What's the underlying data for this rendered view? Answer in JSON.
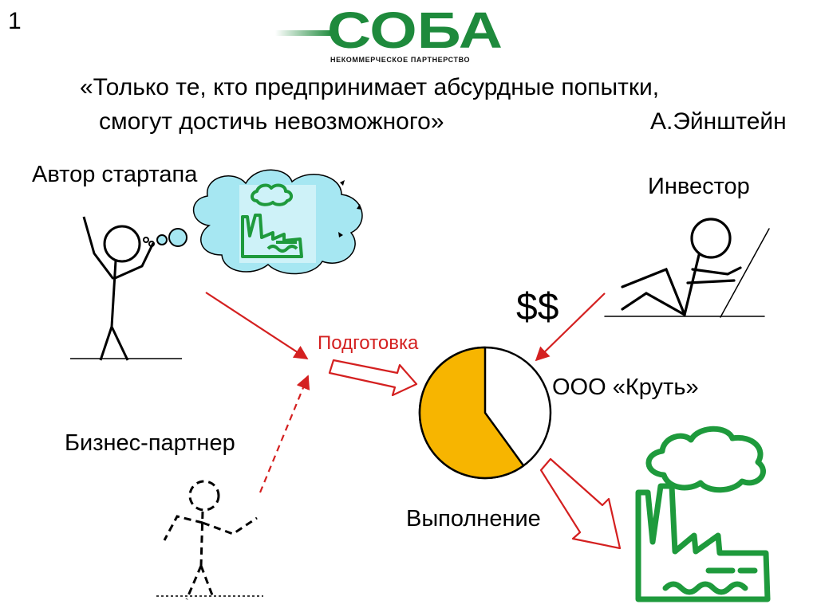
{
  "slide": {
    "number": "1"
  },
  "logo": {
    "text": "СОБА",
    "subtitle": "НЕКОММЕРЧЕСКОЕ ПАРТНЕРСТВО",
    "color": "#1e8a3c"
  },
  "quote": {
    "line1": "«Только те, кто предпринимает абсурдные попытки,",
    "line2": "смогут достичь невозможного»",
    "author": "А.Эйнштейн"
  },
  "labels": {
    "author": "Автор стартапа",
    "investor": "Инвестор",
    "money": "$$",
    "preparation": "Подготовка",
    "company": "ООО «Круть»",
    "partner": "Бизнес-партнер",
    "execution": "Выполнение"
  },
  "icons": {
    "author": "stick-figure-icon",
    "investor": "reclining-stick-figure-icon",
    "partner": "dashed-stick-figure-icon",
    "thought": "thought-cloud-icon",
    "factory": "factory-icon"
  },
  "colors": {
    "arrow": "#d42020",
    "pie_share": "#f7b500",
    "cloud": "#a6e7f2",
    "factory": "#1e9a3c"
  },
  "pie": {
    "share_fraction": 0.6
  }
}
